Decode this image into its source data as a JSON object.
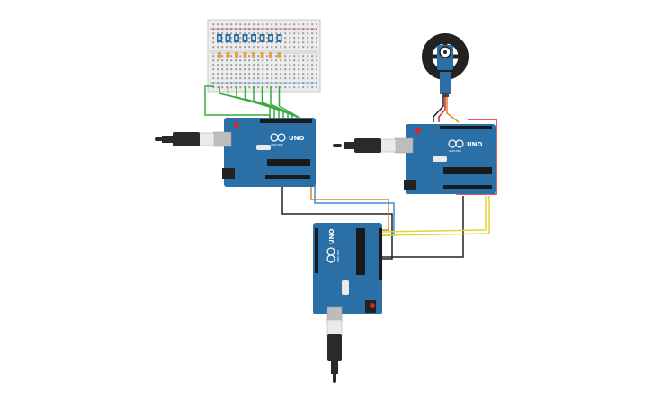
{
  "boards": [
    {
      "id": "arduino-left",
      "model_label": "UNO",
      "brand_label": "ARDUINO"
    },
    {
      "id": "arduino-right",
      "model_label": "UNO",
      "brand_label": "ARDUINO"
    },
    {
      "id": "arduino-bottom",
      "model_label": "UNO",
      "brand_label": "ARDUINO"
    }
  ],
  "components": {
    "breadboard": {
      "button_count": 8
    },
    "servo": {
      "icon": "servo-motor-icon"
    }
  },
  "colors": {
    "board": "#2a6fa5",
    "board_dark": "#1d5584",
    "wire_green": "#3aa83a",
    "wire_black": "#222222",
    "wire_orange": "#e08a1e",
    "wire_blue": "#3b8fd6",
    "wire_yellow": "#e4d23a",
    "wire_red": "#d8262a",
    "usb_cable": "#222222"
  }
}
